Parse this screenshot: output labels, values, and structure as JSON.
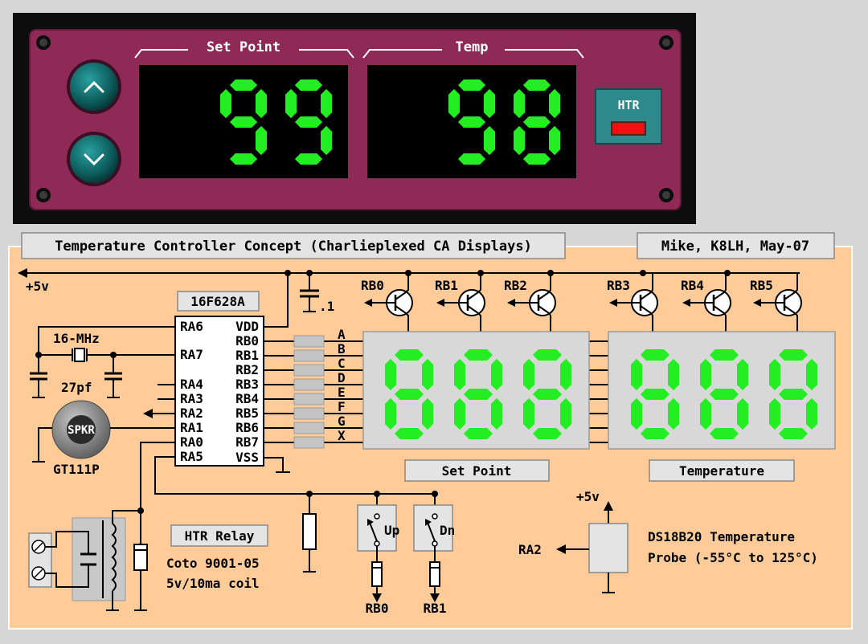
{
  "panel": {
    "setpoint_label": "Set Point",
    "temp_label": "Temp",
    "setpoint_value": "99",
    "temp_value": "98",
    "htr_label": "HTR",
    "up_button_icon": "chevron-up-icon",
    "down_button_icon": "chevron-down-icon",
    "htr_led_color": "#ee1111",
    "panel_color": "#8f2a57",
    "digit_color": "#22ee22"
  },
  "schematic": {
    "title": "Temperature Controller Concept (Charlieplexed CA Displays)",
    "author": "Mike, K8LH, May-07",
    "vcc_label": "+5v",
    "cap_label": ".1",
    "mcu": {
      "name": "16F628A",
      "left_pins": [
        "RA6",
        "RA7",
        "RA4",
        "RA3",
        "RA2",
        "RA1",
        "RA0",
        "RA5"
      ],
      "right_pins": [
        "VDD",
        "RB0",
        "RB1",
        "RB2",
        "RB3",
        "RB4",
        "RB5",
        "RB6",
        "RB7",
        "VSS"
      ]
    },
    "crystal_label": "16-MHz",
    "crystal_cap_label": "27pf",
    "speaker": {
      "label": "SPKR",
      "part": "GT111P"
    },
    "transistors": [
      "RB0",
      "RB1",
      "RB2",
      "RB3",
      "RB4",
      "RB5"
    ],
    "segment_lines": [
      "A",
      "B",
      "C",
      "D",
      "E",
      "F",
      "G",
      "X"
    ],
    "display_left_caption": "Set Point",
    "display_right_caption": "Temperature",
    "relay": {
      "label": "HTR Relay",
      "line1": "Coto 9001-05",
      "line2": "5v/10ma coil"
    },
    "switches": [
      {
        "label": "Up",
        "pin": "RB0"
      },
      {
        "label": "Dn",
        "pin": "RB1"
      }
    ],
    "sensor": {
      "vcc": "+5v",
      "pin": "RA2",
      "line1": "DS18B20 Temperature",
      "line2": "Probe (-55°C to 125°C)"
    }
  }
}
